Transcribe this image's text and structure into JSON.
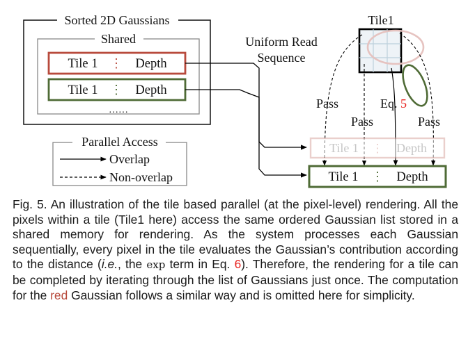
{
  "figure": {
    "outer_box_title": "Sorted 2D Gaussians",
    "shared_title": "Shared",
    "row_red": {
      "tile": "Tile 1",
      "depth": "Depth"
    },
    "row_green": {
      "tile": "Tile 1",
      "depth": "Depth"
    },
    "ellipsis": "……",
    "legend": {
      "title": "Parallel Access",
      "overlap": "Overlap",
      "non_overlap": "Non-overlap"
    },
    "read_label_line1": "Uniform Read",
    "read_label_line2": "Sequence",
    "tile_label": "Tile1",
    "pass_labels": [
      "Pass",
      "Pass",
      "Pass"
    ],
    "eq_label": "Eq.",
    "eq_number": "5",
    "ghost_row": {
      "tile": "Tile 1",
      "depth": "Depth"
    },
    "active_row": {
      "tile": "Tile 1",
      "depth": "Depth"
    },
    "colors": {
      "red": "#b84a3c",
      "green": "#4f6b36",
      "ref": "#e8231f",
      "ghost": "#e6c3c0"
    }
  },
  "caption": {
    "p1": "Fig. 5.  An illustration of the tile based parallel (at the pixel-level) rendering. All the pixels within a tile (Tile1 here) access the same ordered Gaussian list stored in a shared memory for rendering. As the system processes each Gaussian sequentially, every pixel in the tile evaluates the Gaussian’s contribution according to the distance (",
    "ie": "i.e.",
    "p2": ", the ",
    "exp": "exp",
    "p3": " term in Eq. ",
    "ref6": "6",
    "p4": "). Therefore, the rendering for a tile can be completed by iterating through the list of Gaussians just once. The computation for the ",
    "red_word": "red",
    "p5": " Gaussian follows a similar way and is omitted here for simplicity."
  }
}
